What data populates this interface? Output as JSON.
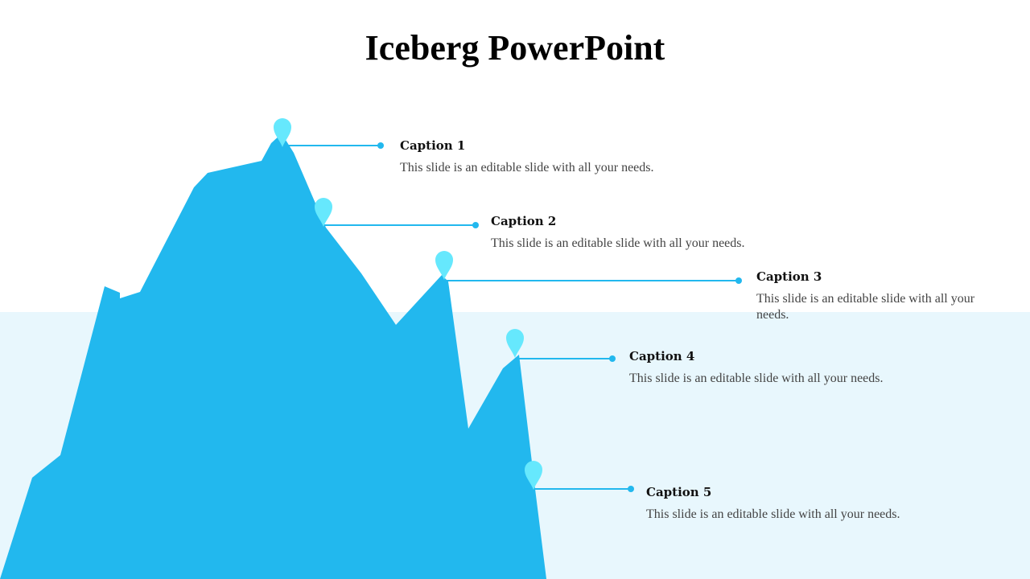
{
  "title": "Iceberg PowerPoint",
  "colors": {
    "iceberg": "#22b8ee",
    "pin": "#66e8fd",
    "water": "#e8f7fd",
    "line": "#22b8ee"
  },
  "captions": [
    {
      "title": "Caption 1",
      "text": "This slide is an editable slide with all your needs."
    },
    {
      "title": "Caption 2",
      "text": "This slide is an editable slide with all your needs."
    },
    {
      "title": "Caption 3",
      "text": "This slide is an editable slide with all your needs."
    },
    {
      "title": "Caption 4",
      "text": "This slide is an editable slide with all your needs."
    },
    {
      "title": "Caption 5",
      "text": "This slide is an editable slide with all your needs."
    }
  ]
}
